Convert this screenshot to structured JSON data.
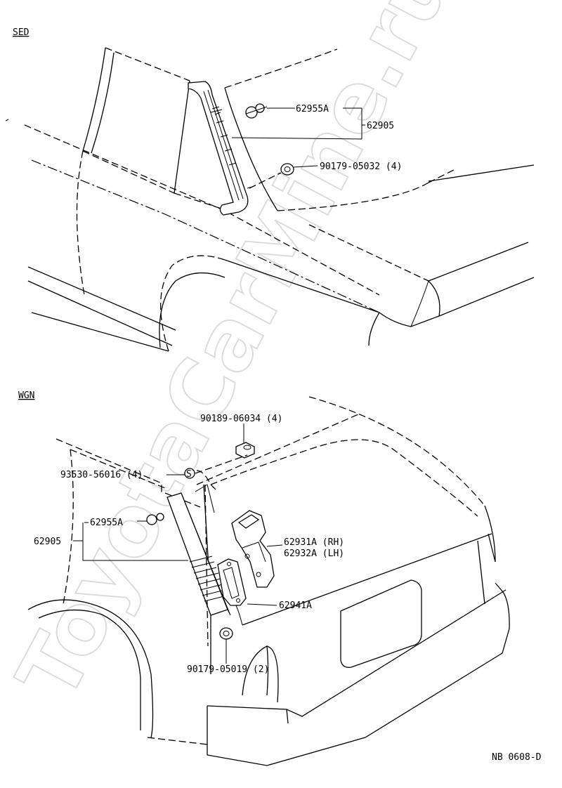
{
  "watermark": "ToyotaCarMine.ru",
  "sed": {
    "section_label": "SED",
    "parts": {
      "clip": "62955A",
      "garnish_assy": "62905",
      "nut": "90179-05032 (4)"
    }
  },
  "wgn": {
    "section_label": "WGN",
    "parts": {
      "nut_top": "90189-06034 (4)",
      "screw": "93530-56016 (4)",
      "clip": "62955A",
      "garnish_assy": "62905",
      "duct_rh": "62931A (RH)",
      "duct_lh": "62932A (LH)",
      "gasket": "62941A",
      "nut_bottom": "90179-05019 (2)"
    }
  },
  "figure_code": "NB 0608-D"
}
